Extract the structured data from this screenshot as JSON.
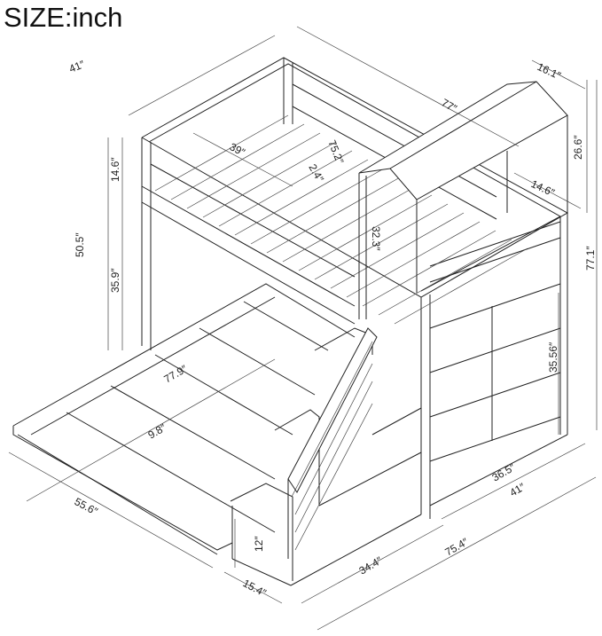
{
  "title": "SIZE:inch",
  "dimensions": {
    "top_width": "41″",
    "top_length": "77″",
    "roof_width": "16.1″",
    "roof_height": "26.6″",
    "total_height": "77.1″",
    "roof_inner": "14.6″",
    "inner_width": "39″",
    "inner_length": "75.2″",
    "slat_gap": "2.4″",
    "guardrail_height": "14.6″",
    "upper_height": "50.5″",
    "clearance": "35.9″",
    "post_height": "32.3″",
    "shelf_height": "35.56″",
    "trundle_length": "77.9″",
    "trundle_gap": "9.8″",
    "trundle_width": "55.6″",
    "step_height": "12″",
    "step_depth": "15.4″",
    "stair_length": "34.4″",
    "overall_length": "75.4″",
    "shelf_width": "36.5″",
    "bottom_width": "41″"
  }
}
